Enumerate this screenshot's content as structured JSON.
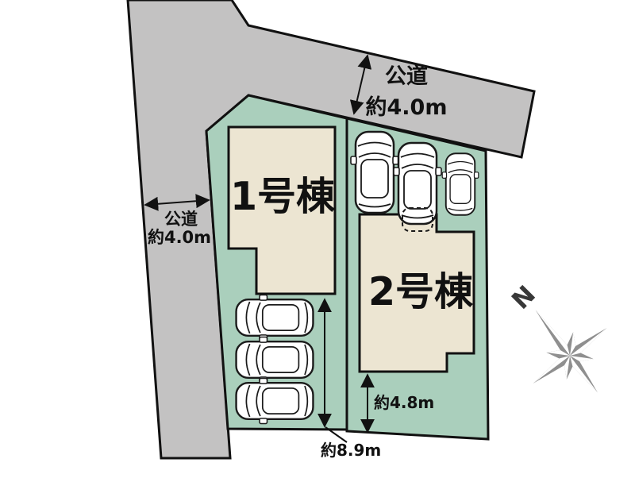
{
  "roads": {
    "top": {
      "label": "公道",
      "width": "約4.0m"
    },
    "left": {
      "label": "公道",
      "width": "約4.0m"
    }
  },
  "buildings": [
    {
      "name": "1号棟"
    },
    {
      "name": "2号棟"
    }
  ],
  "dimensions": {
    "parking_length": "約8.9m",
    "rear_setback": "約4.8m"
  },
  "compass": {
    "label": "N"
  },
  "icons": {
    "car": "car-top-view-icon",
    "compass": "compass-rose-icon"
  },
  "colors": {
    "road": "#c3c2c2",
    "parcel": "#aacfbc",
    "building": "#ece5d2",
    "outline": "#111111",
    "compass": "#8f8f8f"
  }
}
